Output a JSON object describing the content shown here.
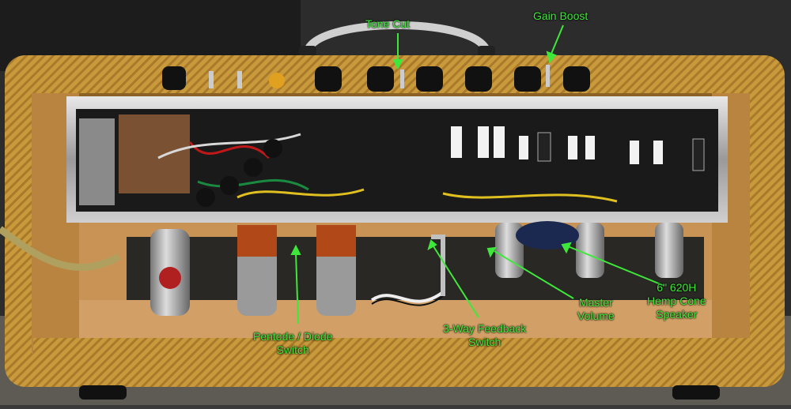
{
  "photo": {
    "subject": "tube amplifier head chassis, rear view",
    "colors": {
      "tweed": "#c99a3c",
      "tweed_dark": "#9a6d22",
      "chassis": "#b8b8b8",
      "board": "#151515",
      "wood": "#c89355",
      "label": "#3ee83a",
      "background": "#3a3a3a"
    }
  },
  "annotations": {
    "tone_cut": "Tone Cut",
    "gain_boost": "Gain Boost",
    "pentode_diode": [
      "Pentode / Diode",
      "Switch"
    ],
    "feedback": [
      "3-Way Feedback",
      "Switch"
    ],
    "master_volume": [
      "Master",
      "Volume"
    ],
    "speaker": [
      "6\" 620H",
      "Hemp Cone",
      "Speaker"
    ]
  }
}
